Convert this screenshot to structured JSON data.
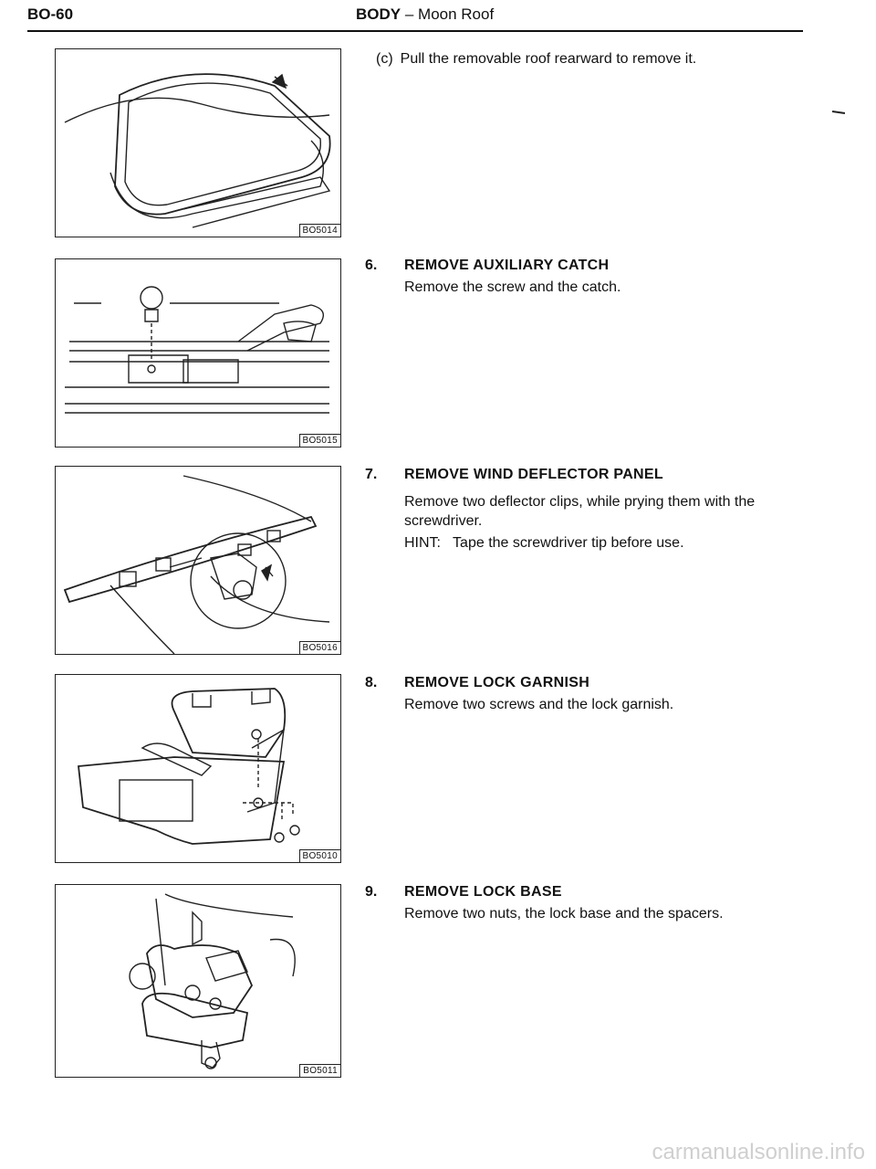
{
  "header": {
    "page_code": "BO-60",
    "section": "BODY",
    "separator": " – ",
    "topic": "Moon Roof"
  },
  "figures": [
    {
      "code": "BO5014"
    },
    {
      "code": "BO5015"
    },
    {
      "code": "BO5016"
    },
    {
      "code": "BO5010"
    },
    {
      "code": "BO5011"
    }
  ],
  "substep_c": {
    "label": "(c)",
    "text": "Pull the removable roof rearward to remove it."
  },
  "steps": [
    {
      "number": "6.",
      "heading": "REMOVE AUXILIARY CATCH",
      "body": "Remove the screw and the catch."
    },
    {
      "number": "7.",
      "heading": "REMOVE WIND DEFLECTOR PANEL",
      "body": "Remove two deflector clips, while prying them with the screwdriver.",
      "hint": "HINT:   Tape the screwdriver tip before use."
    },
    {
      "number": "8.",
      "heading": "REMOVE LOCK GARNISH",
      "body": "Remove two screws and the lock garnish."
    },
    {
      "number": "9.",
      "heading": "REMOVE LOCK BASE",
      "body": "Remove two nuts, the lock base and the spacers."
    }
  ],
  "watermark": "carmanualsonline.info"
}
